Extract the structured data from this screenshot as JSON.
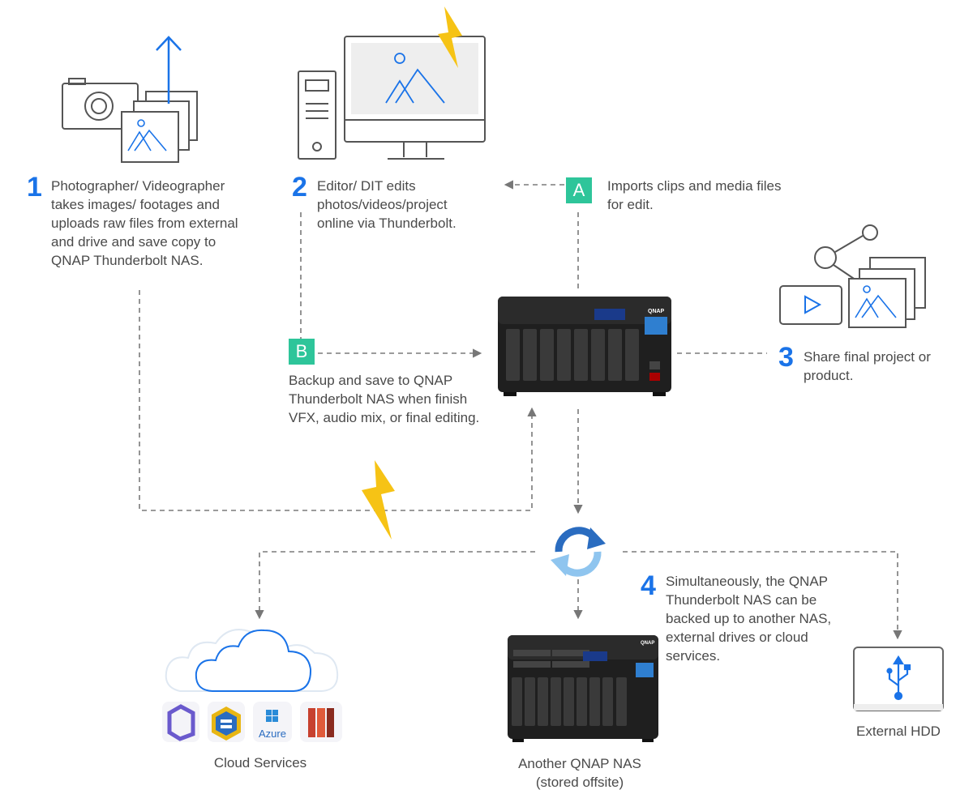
{
  "steps": [
    {
      "number": "1",
      "text": "Photographer/ Videographer takes images/ footages and uploads raw files from external and drive and save copy to QNAP Thunderbolt NAS."
    },
    {
      "number": "2",
      "text": "Editor/ DIT edits photos/videos/project online via Thunderbolt."
    },
    {
      "number": "3",
      "text": "Share final project or product."
    },
    {
      "number": "4",
      "text": "Simultaneously, the QNAP Thunderbolt NAS can be backed up to another NAS, external drives or cloud services."
    }
  ],
  "badges": {
    "a": {
      "letter": "A",
      "text": "Imports clips and media files for edit."
    },
    "b": {
      "letter": "B",
      "text": "Backup and save to QNAP Thunderbolt NAS when finish VFX, audio mix, or final editing."
    }
  },
  "nas_brand": "QNAP",
  "cloud": {
    "caption": "Cloud Services",
    "azure_label": "Azure"
  },
  "offsite": {
    "caption_line1": "Another QNAP NAS",
    "caption_line2": "(stored offsite)"
  },
  "hdd": {
    "caption": "External HDD"
  },
  "colors": {
    "accent_blue": "#1a73e8",
    "badge_green": "#2ec59a",
    "bolt_yellow": "#f6c315",
    "line_gray": "#7a7a7a"
  }
}
